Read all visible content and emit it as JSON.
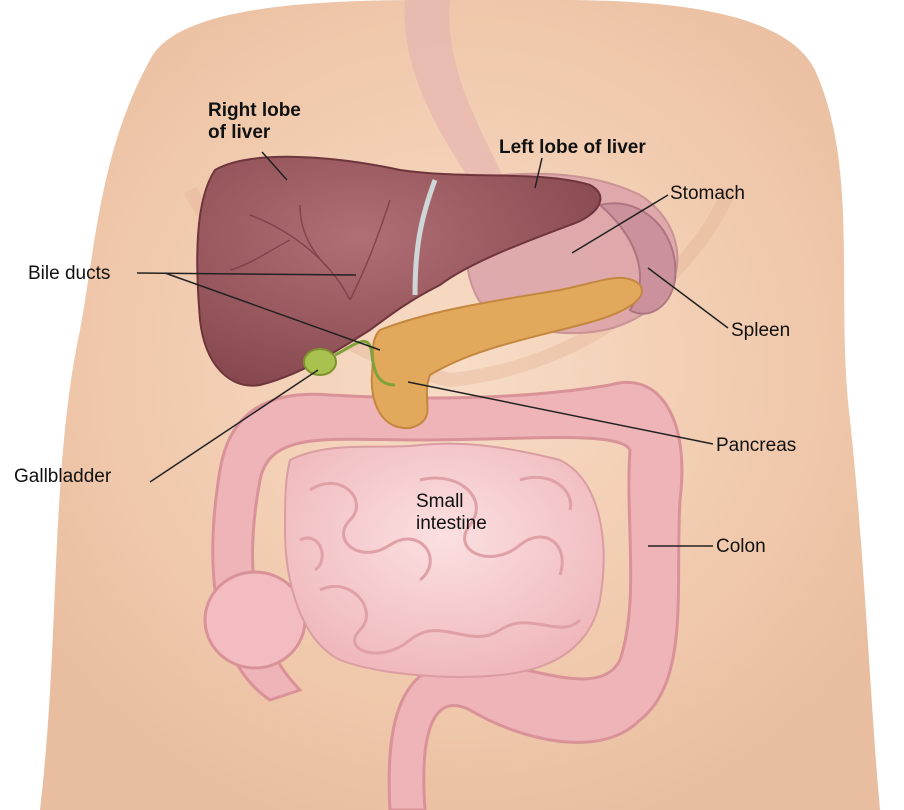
{
  "labels": {
    "right_lobe_line1": "Right lobe",
    "right_lobe_line2": "of liver",
    "left_lobe": "Left lobe of liver",
    "stomach": "Stomach",
    "bile_ducts": "Bile ducts",
    "spleen": "Spleen",
    "pancreas": "Pancreas",
    "gallbladder": "Gallbladder",
    "small_intestine_line1": "Small",
    "small_intestine_line2": "intestine",
    "colon": "Colon"
  },
  "colors": {
    "skin": "#f4d2b8",
    "liver": "#9c5a60",
    "stomach": "#dca3aa",
    "spleen": "#c98f9c",
    "pancreas": "#e2a85c",
    "gallbladder": "#a9c24f",
    "intestine": "#f5c3c6",
    "colon": "#efb4b8",
    "leader_line": "#222222"
  }
}
